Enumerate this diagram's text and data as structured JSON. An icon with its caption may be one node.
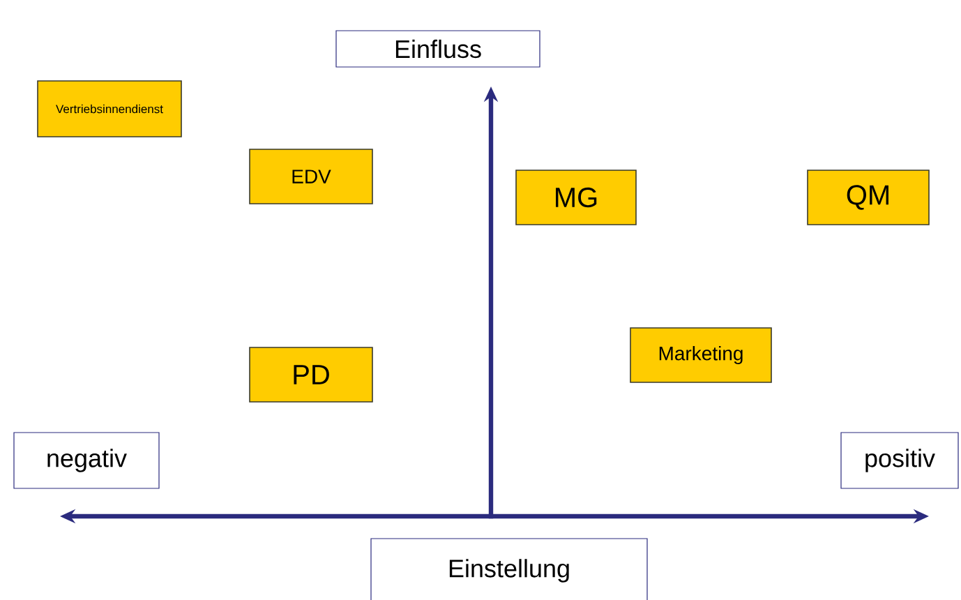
{
  "diagram": {
    "nodes": [
      {
        "text": [
          "Einfluss"
        ]
      },
      {
        "text": [
          "Vertriebsinnendienst"
        ]
      },
      {
        "text": [
          "EDV"
        ]
      },
      {
        "text": [
          "MG"
        ]
      },
      {
        "text": [
          "QM"
        ]
      },
      {
        "text": [
          "PD"
        ]
      },
      {
        "text": [
          "Marketing"
        ]
      },
      {
        "text": [
          "negativ"
        ]
      },
      {
        "text": [
          "positiv"
        ]
      },
      {
        "text": [
          "Einstellung"
        ]
      }
    ]
  }
}
